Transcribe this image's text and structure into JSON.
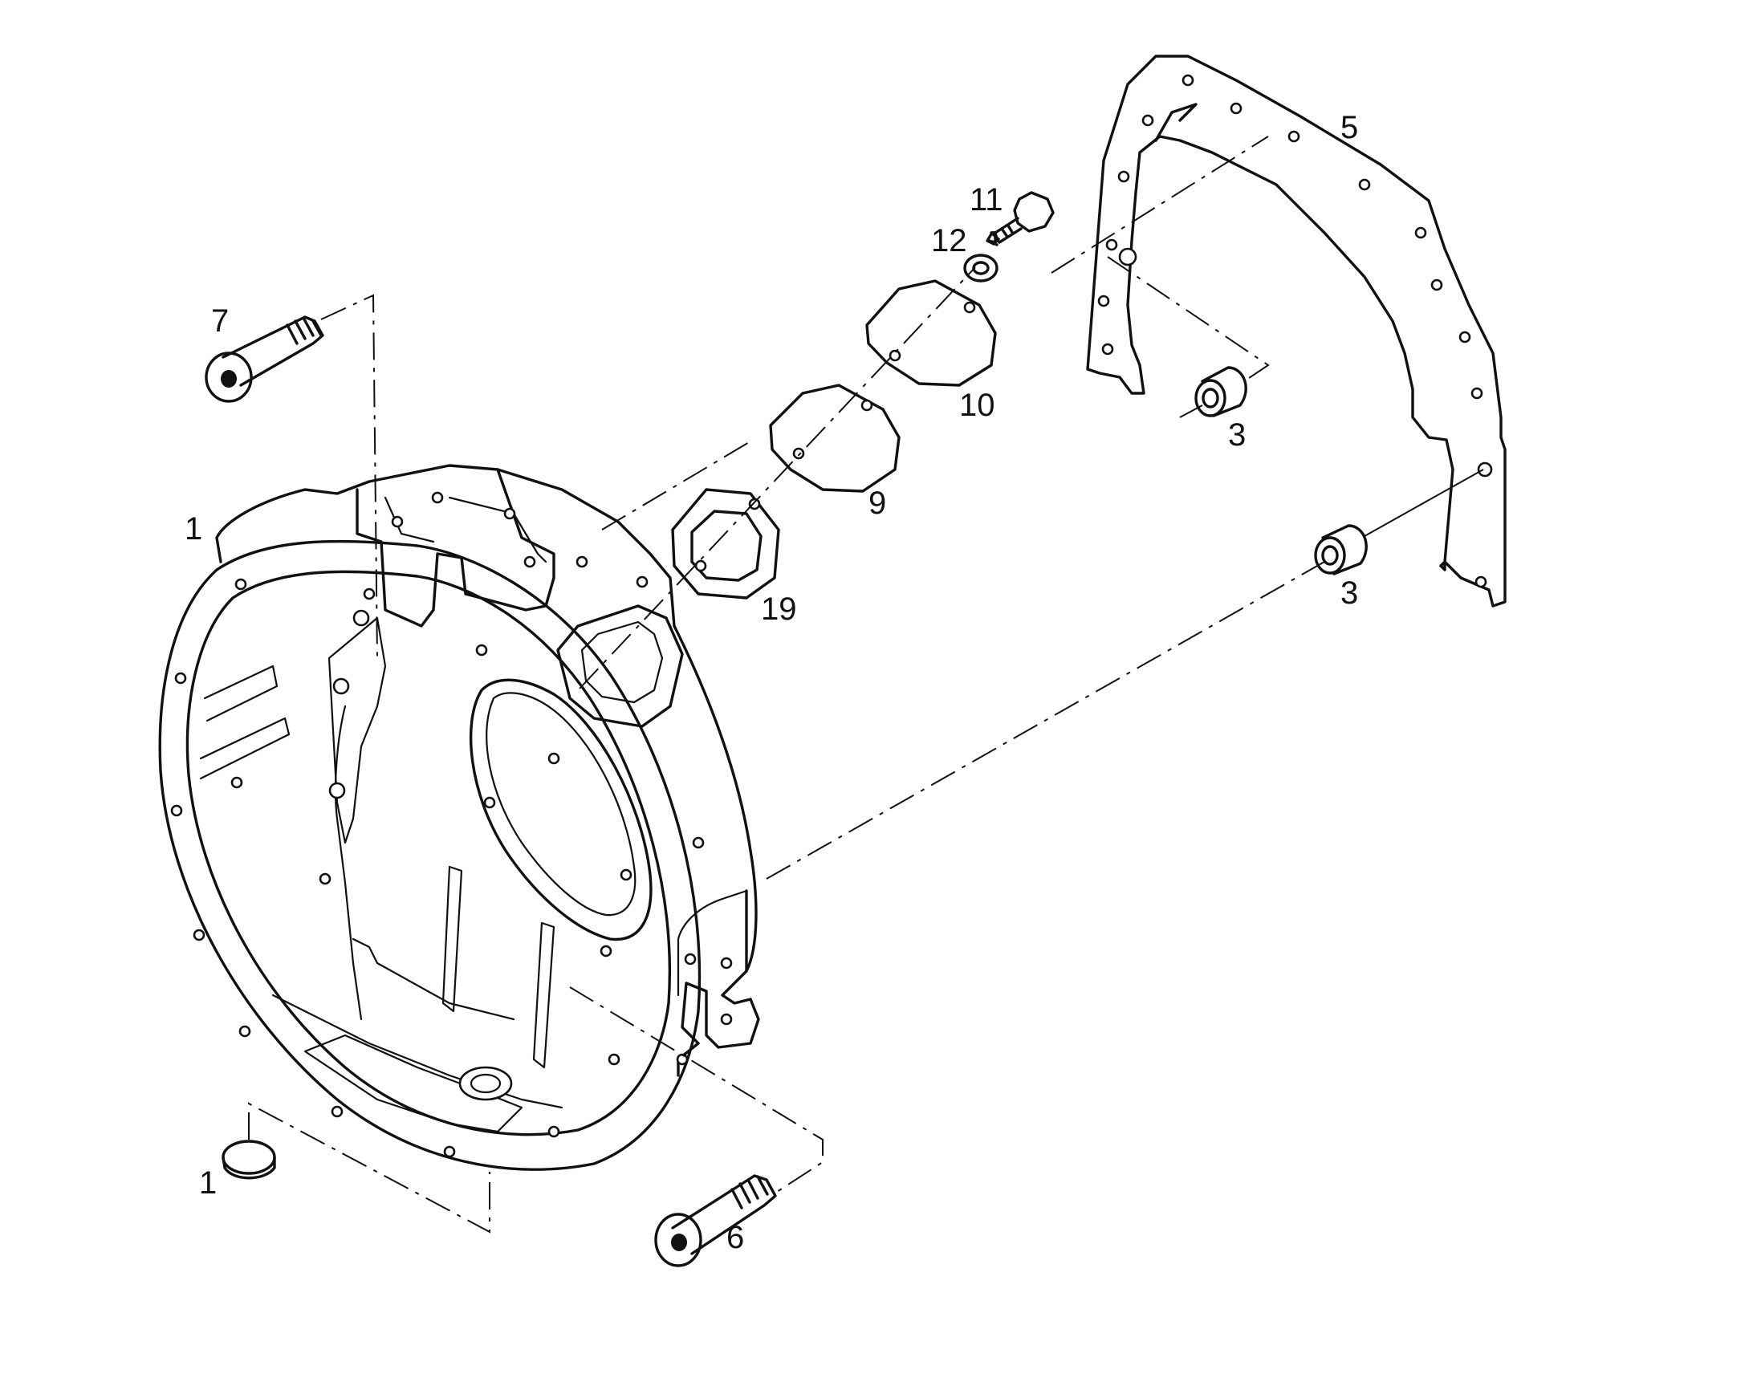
{
  "callouts": {
    "c1a": "1",
    "c1b": "1",
    "c3a": "3",
    "c3b": "3",
    "c5": "5",
    "c6": "6",
    "c7": "7",
    "c9": "9",
    "c10": "10",
    "c11": "11",
    "c12": "12",
    "c19": "19"
  }
}
